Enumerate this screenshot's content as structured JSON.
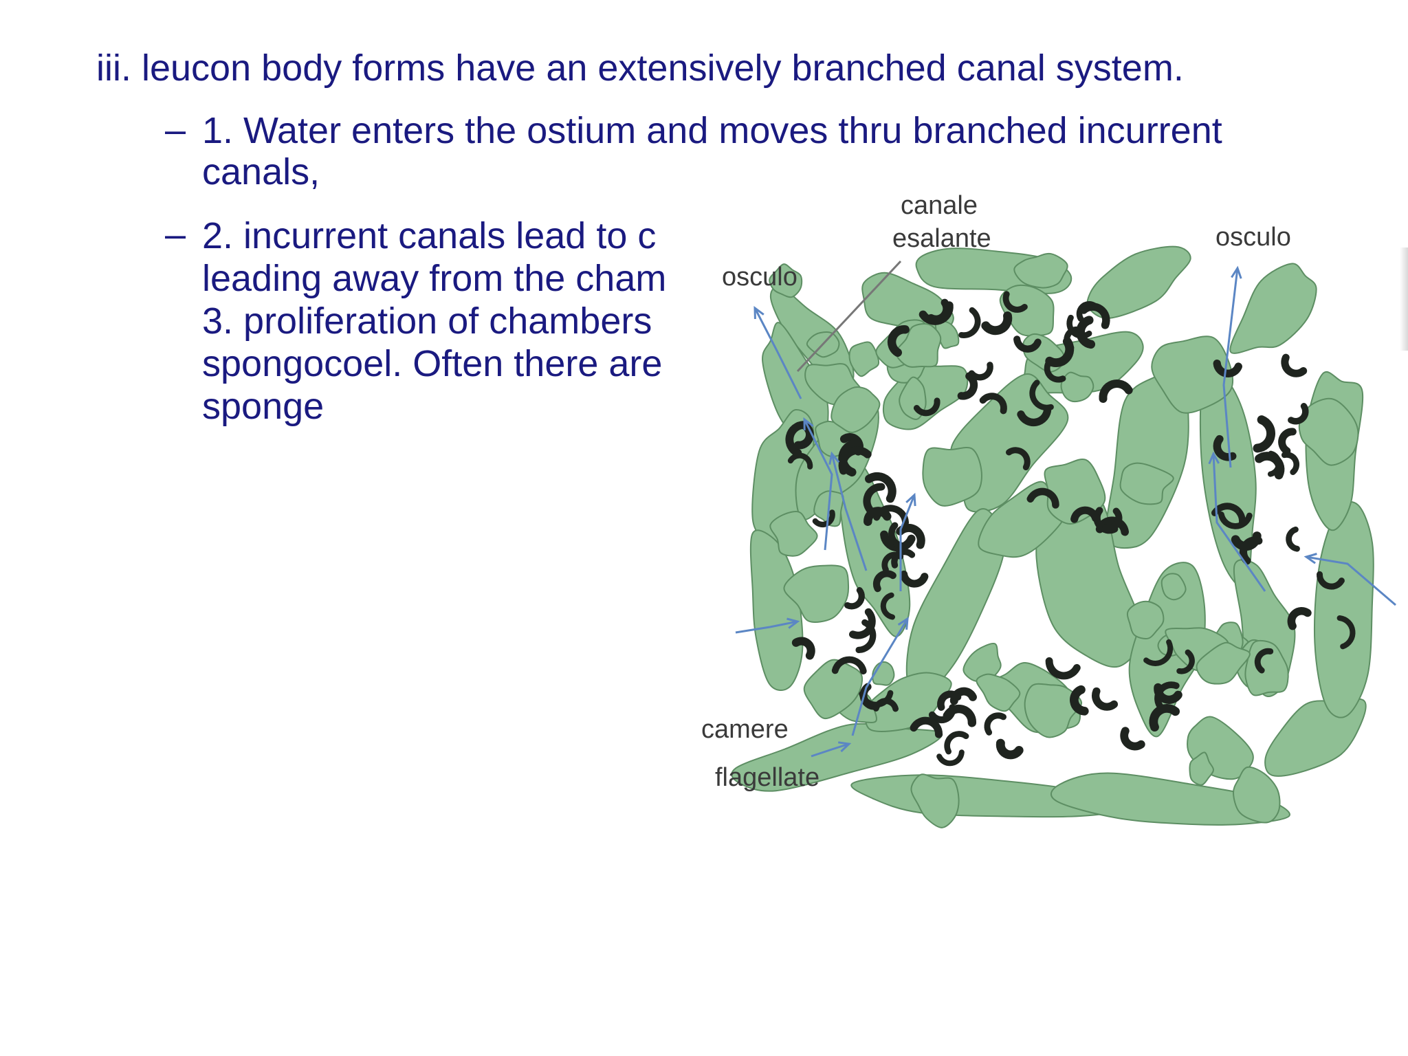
{
  "slide": {
    "heading": "iii. leucon body forms have an extensively branched canal system.",
    "bullets": [
      {
        "dash": "–",
        "lines": [
          "1. Water enters the ostium and moves thru branched incurrent",
          "canals,"
        ]
      },
      {
        "dash": "–",
        "lines": [
          "2.  incurrent canals lead to c",
          "leading away from the cham",
          "3.  proliferation of chambers",
          "spongocoel. Often there are",
          "sponge"
        ]
      }
    ]
  },
  "figure": {
    "labels": {
      "canale_1": "canale",
      "canale_2": "esalante",
      "osculo_left": "osculo",
      "osculo_right": "osculo",
      "camere": "camere",
      "flagellate": "flagellate"
    },
    "colors": {
      "tissue": "#8fbf94",
      "tissue_stroke": "#5d8e63",
      "chamber": "#1f241f",
      "arrow": "#5b86c4",
      "label": "#3a3a3a"
    }
  }
}
